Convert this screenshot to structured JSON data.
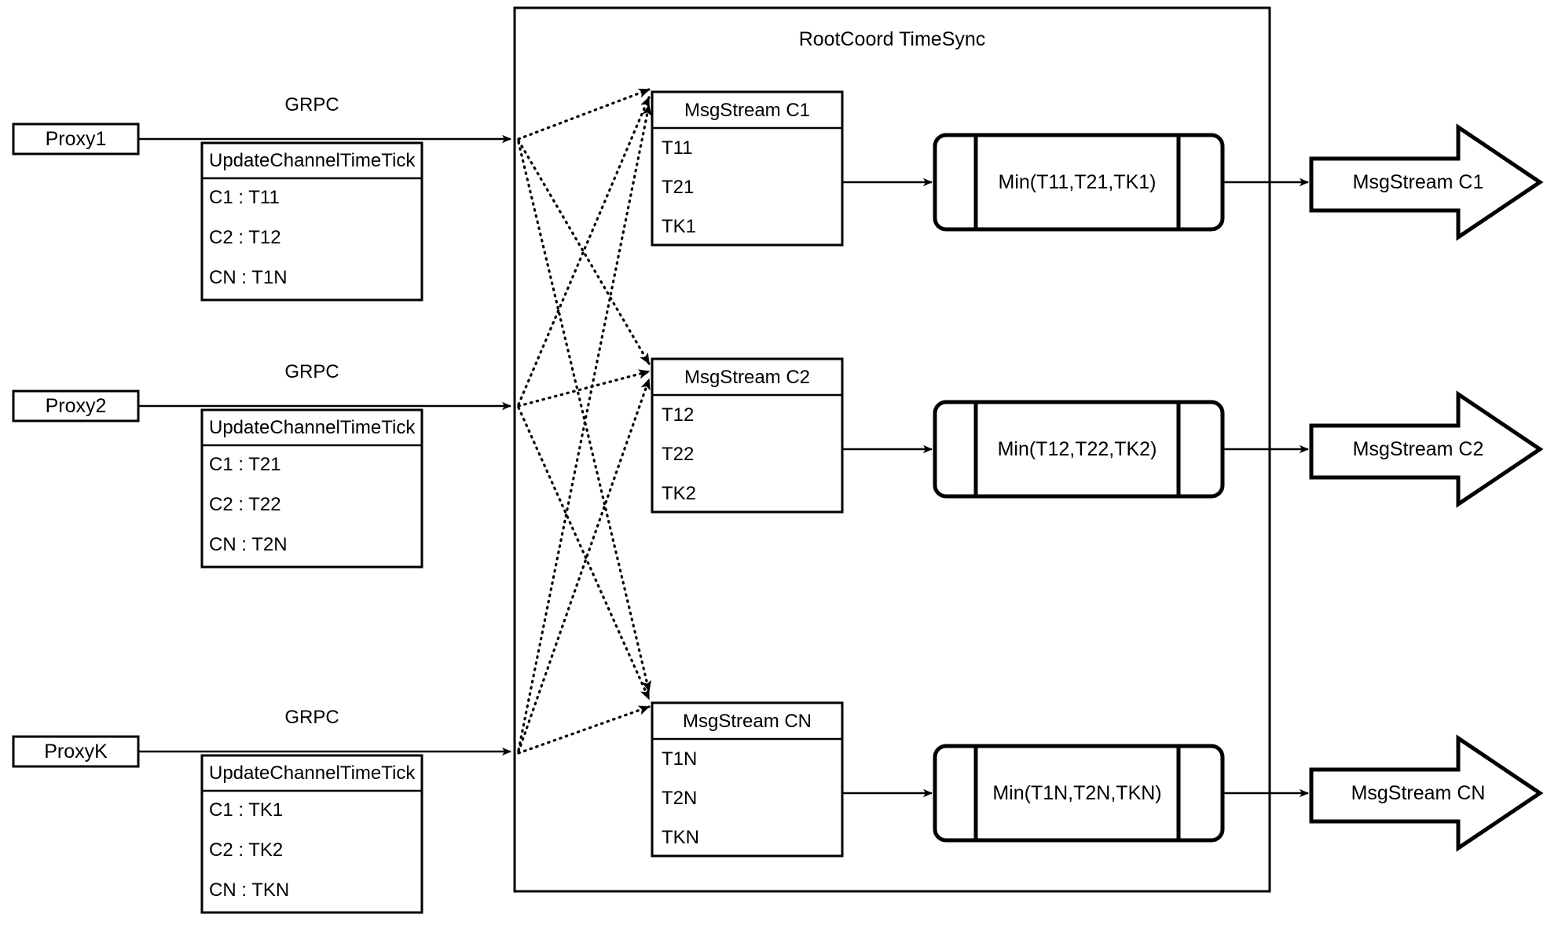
{
  "diagram": {
    "title": "RootCoord TimeSync",
    "container_label": "RootCoord TimeSync",
    "link_label": "GRPC",
    "colors": {
      "stroke": "#000000",
      "background": "#ffffff",
      "text": "#000000"
    }
  },
  "proxies": [
    {
      "name": "Proxy1",
      "protocol": "GRPC",
      "request_title": "UpdateChannelTimeTick",
      "entries": [
        {
          "channel": "C1 :",
          "tick": "T11",
          "text": "C1 :  T11"
        },
        {
          "channel": "C2 :",
          "tick": "T12",
          "text": "C2 :  T12"
        },
        {
          "channel": "CN :",
          "tick": "T1N",
          "text": "CN : T1N"
        }
      ]
    },
    {
      "name": "Proxy2",
      "protocol": "GRPC",
      "request_title": "UpdateChannelTimeTick",
      "entries": [
        {
          "channel": "C1 :",
          "tick": "T21",
          "text": "C1 :  T21"
        },
        {
          "channel": "C2 :",
          "tick": "T22",
          "text": "C2 :  T22"
        },
        {
          "channel": "CN :",
          "tick": "T2N",
          "text": "CN : T2N"
        }
      ]
    },
    {
      "name": "ProxyK",
      "protocol": "GRPC",
      "request_title": "UpdateChannelTimeTick",
      "entries": [
        {
          "channel": "C1 :",
          "tick": "TK1",
          "text": "C1 :  TK1"
        },
        {
          "channel": "C2 :",
          "tick": "TK2",
          "text": "C2 :  TK2"
        },
        {
          "channel": "CN :",
          "tick": "TKN",
          "text": "CN : TKN"
        }
      ]
    }
  ],
  "channels": [
    {
      "msgstream_title": "MsgStream C1",
      "ticks": [
        "T11",
        "T21",
        "TK1"
      ],
      "min_label": "Min(T11,T21,TK1)",
      "output_label": "MsgStream C1"
    },
    {
      "msgstream_title": "MsgStream C2",
      "ticks": [
        "T12",
        "T22",
        "TK2"
      ],
      "min_label": "Min(T12,T22,TK2)",
      "output_label": "MsgStream C2"
    },
    {
      "msgstream_title": "MsgStream CN",
      "ticks": [
        "T1N",
        "T2N",
        "TKN"
      ],
      "min_label": "Min(T1N,T2N,TKN)",
      "output_label": "MsgStream CN"
    }
  ]
}
